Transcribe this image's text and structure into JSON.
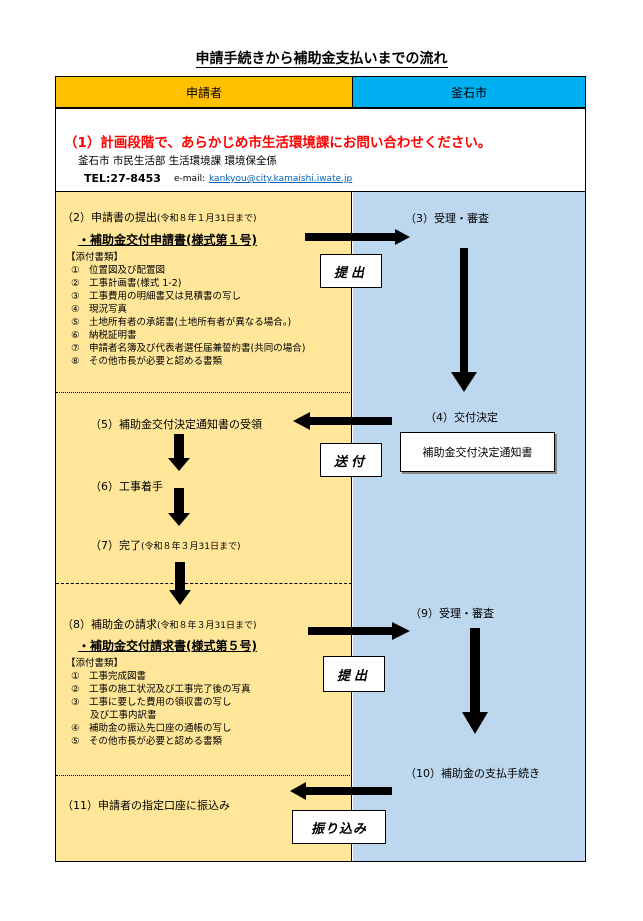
{
  "title": "申請手続きから補助金支払いまでの流れ",
  "header": {
    "applicant": "申請者",
    "city": "釜石市",
    "applicant_color": "#FFC000",
    "city_color": "#00B0F0"
  },
  "info": {
    "step1": "（1）計画段階で、あらかじめ市生活環境課にお問い合わせください。",
    "dept": "釜石市  市民生活部  生活環境課   環境保全係",
    "tel": "TEL:27-8453",
    "email_label": "e-mail:",
    "email": "kankyou@city.kamaishi.iwate.jp"
  },
  "step2": {
    "title": "（2）申請書の提出",
    "deadline": "(令和８年１月31日まで)",
    "form": "・補助金交付申請書(様式第１号)",
    "attach_label": "【添付書類】",
    "items": [
      "①　位置図及び配置図",
      "②　工事計画書(様式 1-2)",
      "③　工事費用の明細書又は見積書の写し",
      "④　現況写真",
      "⑤　土地所有者の承諾書(土地所有者が異なる場合。)",
      "⑥　納税証明書",
      "⑦　申請者名簿及び代表者選任届兼誓約書(共同の場合)",
      "⑧　その他市長が必要と認める書類"
    ]
  },
  "step3": "（3）受理・審査",
  "step4": "（4）交付決定",
  "notice_doc": "補助金交付決定通知書",
  "step5": "（5）補助金交付決定通知書の受領",
  "step6": "（6）工事着手",
  "step7": {
    "title": "（7）完了",
    "deadline": "(令和８年３月31日まで)"
  },
  "step8": {
    "title": "（8）補助金の請求",
    "deadline": "(令和８年３月31日まで)",
    "form": "・補助金交付請求書(様式第５号)",
    "attach_label": "【添付書類】",
    "items": [
      "①　工事完成図書",
      "②　工事の施工状況及び工事完了後の写真",
      "③　工事に要した費用の領収書の写し",
      "　　及び工事内訳書",
      "④　補助金の振込先口座の通帳の写し",
      "⑤　その他市長が必要と認める書類"
    ]
  },
  "step9": "（9）受理・審査",
  "step10": "（10）補助金の支払手続き",
  "step11": "（11）申請者の指定口座に振込み",
  "labels": {
    "submit1": "提出",
    "send": "送付",
    "submit2": "提出",
    "transfer": "振り込み"
  }
}
